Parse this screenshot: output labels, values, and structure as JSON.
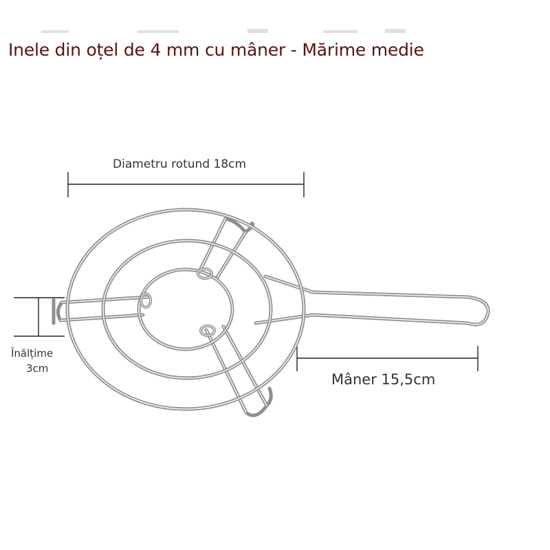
{
  "title": "Inele din oțel de 4 mm cu mâner - Mărime medie",
  "dimensions": {
    "diameter_label": "Diametru rotund 18cm",
    "handle_label": "Mâner 15,5cm",
    "height_label_line1": "Înălțime",
    "height_label_line2": "3cm"
  },
  "product": {
    "image": "steel-wire-trivet-with-handle",
    "colors": {
      "wire_stroke": "#8e8e8e",
      "wire_highlight": "#f4f4f4",
      "title_text": "#5a1212",
      "label_text": "#333333",
      "dimension_line": "#222222"
    }
  }
}
